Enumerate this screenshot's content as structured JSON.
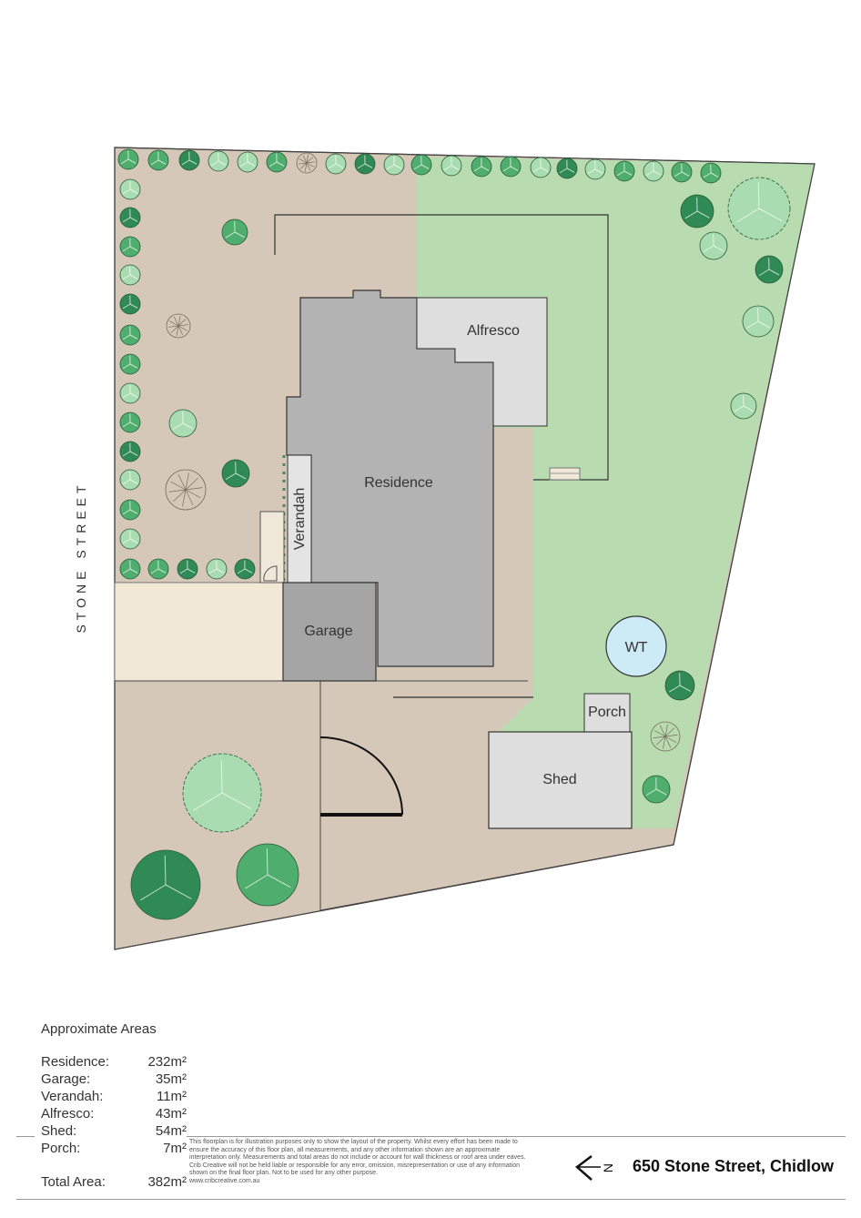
{
  "street_label": "STONE STREET",
  "labels": {
    "alfresco": "Alfresco",
    "residence": "Residence",
    "verandah": "Verandah",
    "garage": "Garage",
    "wt": "WT",
    "porch": "Porch",
    "shed": "Shed"
  },
  "areas": {
    "heading": "Approximate Areas",
    "rows": [
      {
        "name": "Residence:",
        "value": "232m²"
      },
      {
        "name": "Garage:",
        "value": "35m²"
      },
      {
        "name": "Verandah:",
        "value": "11m²"
      },
      {
        "name": "Alfresco:",
        "value": "43m²"
      },
      {
        "name": "Shed:",
        "value": "54m²"
      },
      {
        "name": "Porch:",
        "value": "7m²"
      }
    ],
    "total": {
      "name": "Total Area:",
      "value": "382m²"
    }
  },
  "disclaimer": "This floorplan is for illustration purposes only to show the layout of the property. Whilst every effort has been made to ensure the accuracy of this floor plan, all measurements, and any other information shown are an approximate interpretation only. Measurements and total areas do not include or account for wall thickness or roof area under eaves. Crib Creative will not be held liable or responsible for any error, omission, misrepresentation or use of any information shown on the final floor plan. Not to be used for any other purpose.",
  "website": "www.cribcreative.com.au",
  "address": "650 Stone Street, Chidlow",
  "north_letter": "N",
  "colors": {
    "lawn": "#b8dcb0",
    "yard": "#d6c8b8",
    "driveway": "#f2e8d6",
    "residence": "#b3b3b3",
    "garage": "#a5a5a5",
    "light_building": "#dedede",
    "wt": "#cdeaf7",
    "tree_dark": "#2f8a55",
    "tree_mid": "#4fae6e",
    "tree_light": "#a9dcb0"
  }
}
